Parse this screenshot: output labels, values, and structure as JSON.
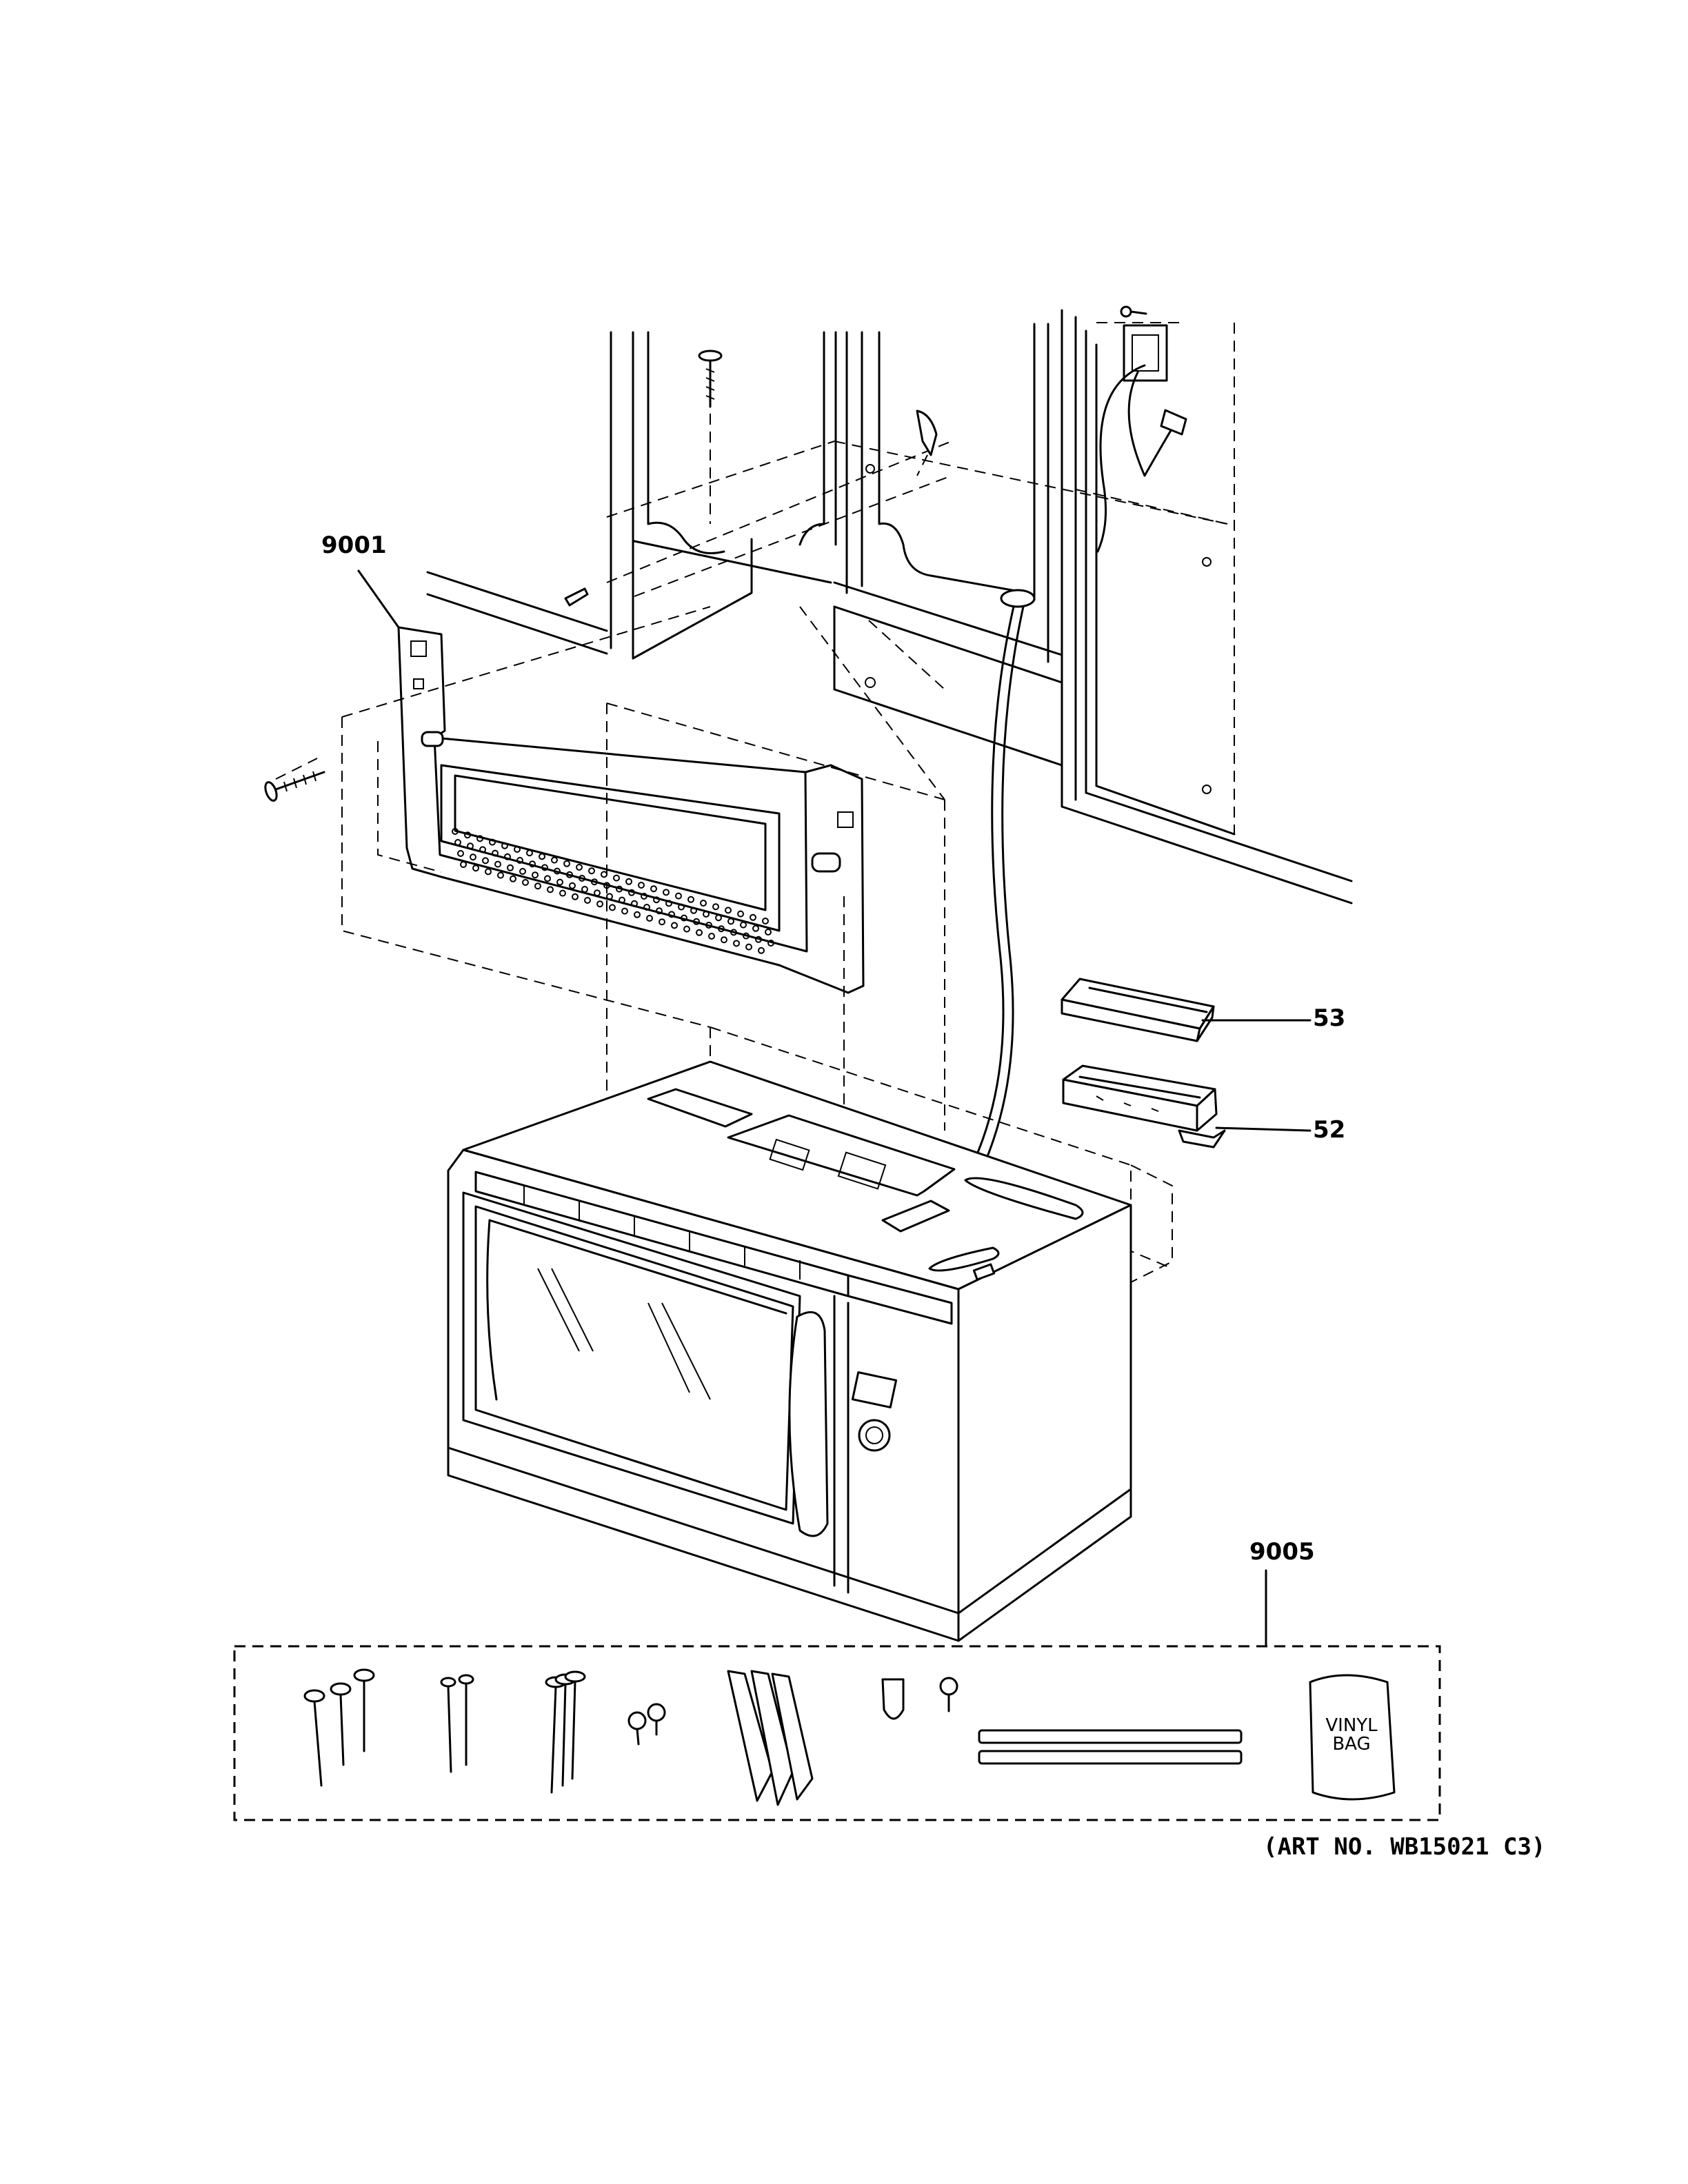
{
  "callouts": {
    "bracket": "9001",
    "cover": "53",
    "box": "52",
    "kit": "9005"
  },
  "kit": {
    "bag_label_line1": "VINYL",
    "bag_label_line2": "BAG"
  },
  "art_number": "(ART NO. WB15021 C3)"
}
